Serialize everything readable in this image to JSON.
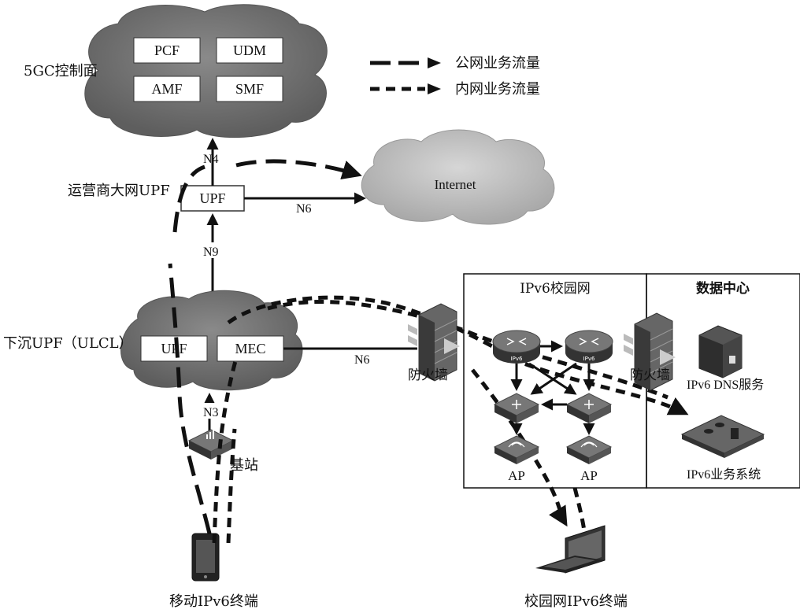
{
  "control_plane": {
    "label": "5GC控制面",
    "functions": [
      "PCF",
      "UDM",
      "AMF",
      "SMF"
    ]
  },
  "legend": {
    "public_traffic": "公网业务流量",
    "private_traffic": "内网业务流量"
  },
  "interfaces": {
    "n4": "N4",
    "n6_internet": "N6",
    "n9": "N9",
    "n6_campus": "N6",
    "n3": "N3"
  },
  "carrier_upf": {
    "label": "运营商大网UPF",
    "box": "UPF"
  },
  "internet": {
    "label": "Internet"
  },
  "edge_upf": {
    "label": "下沉UPF（ULCL）",
    "upf_box": "UPF",
    "mec_box": "MEC"
  },
  "base_station": {
    "label": "基站"
  },
  "mobile_terminal": {
    "label": "移动IPv6终端"
  },
  "firewall_left": {
    "label": "防火墙"
  },
  "firewall_right": {
    "label": "防火墙"
  },
  "campus_network": {
    "title": "IPv6校园网",
    "router_badge": "IPv6",
    "ap_labels": [
      "AP",
      "AP"
    ]
  },
  "data_center": {
    "title": "数据中心",
    "dns_label": "IPv6 DNS服务",
    "business_label": "IPv6业务系统"
  },
  "campus_terminal": {
    "label": "校园网IPv6终端"
  }
}
